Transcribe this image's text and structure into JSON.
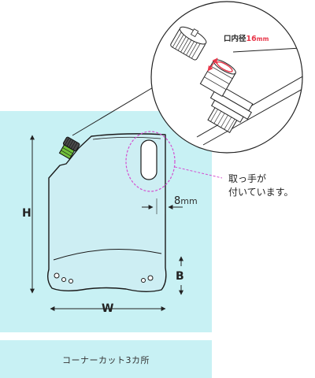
{
  "dimensions": {
    "height_label": "H",
    "width_label": "W",
    "bottom_label": "B",
    "margin_value": "8",
    "margin_unit": "mm"
  },
  "callout": {
    "line1": "取っ手が",
    "line2": "付いています。"
  },
  "cap_detail": {
    "label": "口内径",
    "value": "16",
    "unit": "mm"
  },
  "caption": "コーナーカット3カ所",
  "colors": {
    "background_panel": "#c8f1f4",
    "accent_red": "#e8374a",
    "handle_dashed": "#d44fd0",
    "pouch_fill": "#cdeef3"
  }
}
